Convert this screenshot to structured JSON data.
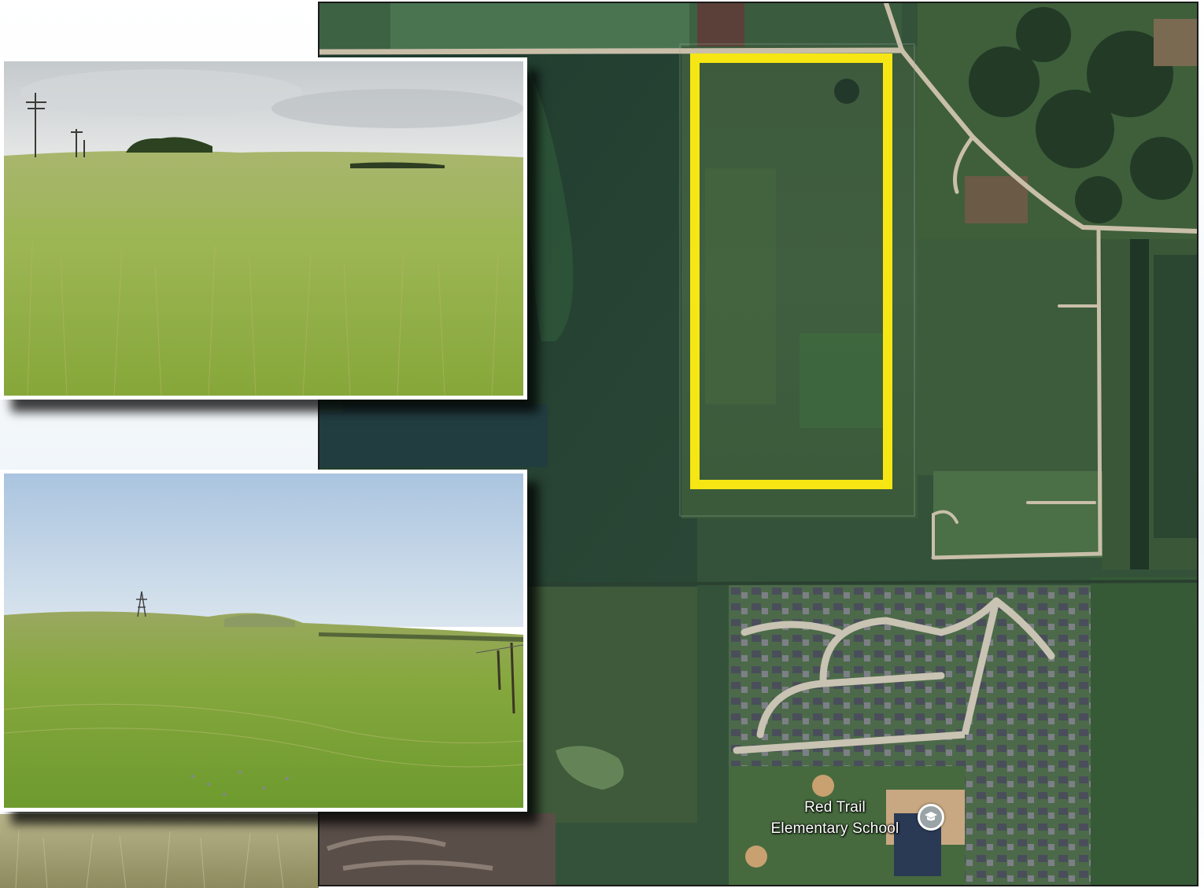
{
  "map": {
    "place_labels": {
      "school_line1": "Red Trail",
      "school_line2": "Elementary School"
    },
    "icons": {
      "school_pin": "graduation-cap-icon"
    },
    "highlight_color": "#f5e614"
  },
  "photos": [
    {
      "subject": "grassland-with-power-poles"
    },
    {
      "subject": "grassland-with-fence-and-tower"
    }
  ]
}
